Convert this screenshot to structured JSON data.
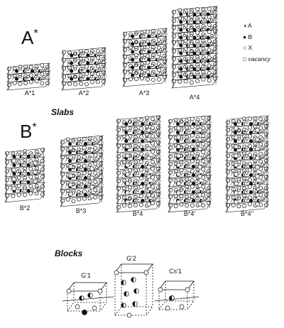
{
  "headings": {
    "a_star": "A",
    "b_star": "B",
    "star": "*",
    "slabs": "Slabs",
    "blocks": "Blocks"
  },
  "legend": [
    {
      "symbol": "half-filled-circle",
      "label": "A"
    },
    {
      "symbol": "filled-circle",
      "label": "B"
    },
    {
      "symbol": "open-circle",
      "label": "X"
    },
    {
      "symbol": "open-square",
      "label": "vacancy"
    }
  ],
  "a_structures": [
    "A*1",
    "A*2",
    "A*3",
    "A*4"
  ],
  "b_structures": [
    "B*2",
    "B*3",
    "B*4",
    "B*4'",
    "B*4''"
  ],
  "blocks": [
    "G'1",
    "G'2",
    "Cs'1"
  ]
}
